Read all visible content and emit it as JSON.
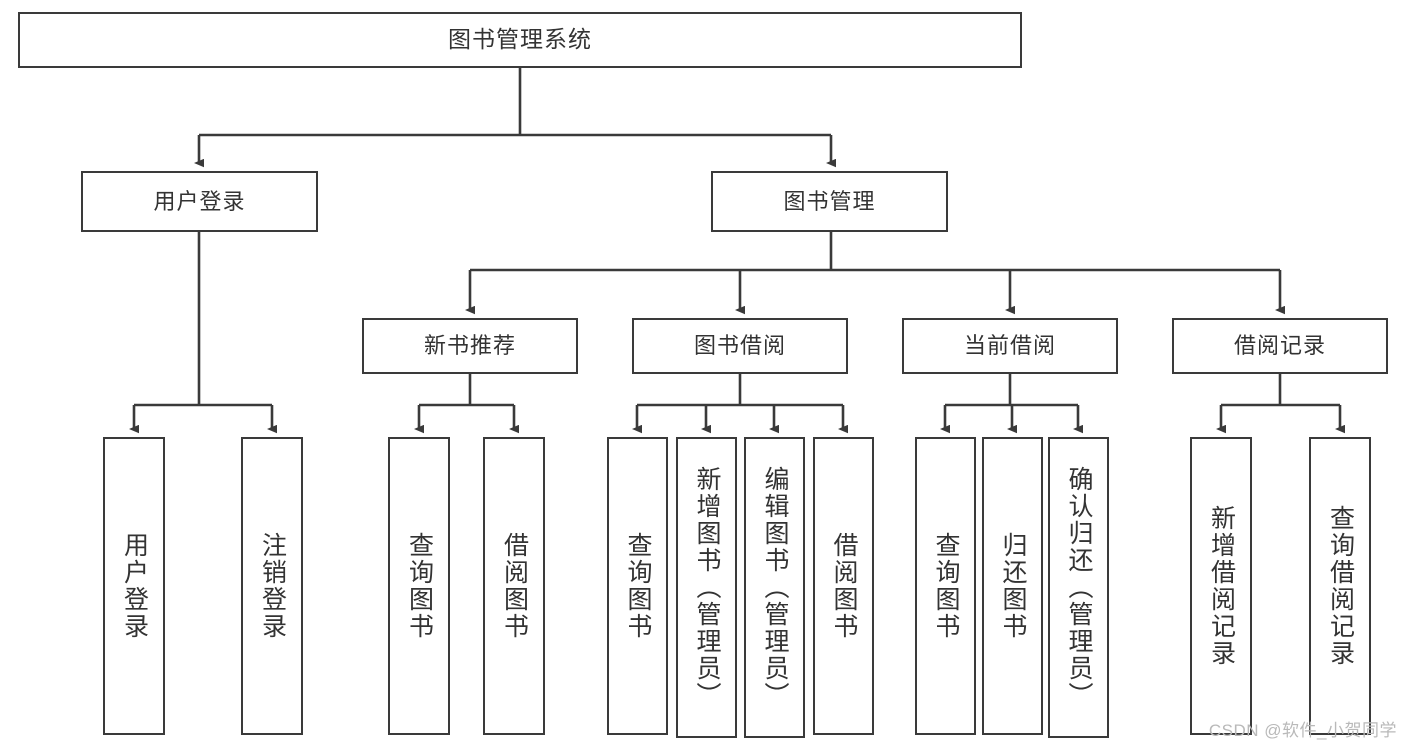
{
  "diagram": {
    "title": "图书管理系统",
    "type": "tree-hierarchy",
    "watermark": "CSDN @软件_小贺同学",
    "colors": {
      "stroke": "#3a3a3a",
      "text": "#333333",
      "background": "#ffffff",
      "watermark": "#b9b9b9"
    },
    "nodes": {
      "root": {
        "label": "图书管理系统"
      },
      "level2": [
        {
          "id": "user-login",
          "label": "用户登录"
        },
        {
          "id": "book-manage",
          "label": "图书管理"
        }
      ],
      "level3": [
        {
          "id": "new-book-recommend",
          "label": "新书推荐"
        },
        {
          "id": "book-borrow",
          "label": "图书借阅"
        },
        {
          "id": "current-borrow",
          "label": "当前借阅"
        },
        {
          "id": "borrow-record",
          "label": "借阅记录"
        }
      ],
      "leaves": {
        "user-login": [
          {
            "id": "leaf-user-login",
            "label": "用户登录"
          },
          {
            "id": "leaf-logout",
            "label": "注销登录"
          }
        ],
        "new-book-recommend": [
          {
            "id": "leaf-query-book-1",
            "label": "查询图书"
          },
          {
            "id": "leaf-borrow-book-1",
            "label": "借阅图书"
          }
        ],
        "book-borrow": [
          {
            "id": "leaf-query-book-2",
            "label": "查询图书"
          },
          {
            "id": "leaf-add-book",
            "label": "新增图书（管理员）"
          },
          {
            "id": "leaf-edit-book",
            "label": "编辑图书（管理员）"
          },
          {
            "id": "leaf-borrow-book-2",
            "label": "借阅图书"
          }
        ],
        "current-borrow": [
          {
            "id": "leaf-query-book-3",
            "label": "查询图书"
          },
          {
            "id": "leaf-return-book",
            "label": "归还图书"
          },
          {
            "id": "leaf-confirm-return",
            "label": "确认归还（管理员）"
          }
        ],
        "borrow-record": [
          {
            "id": "leaf-add-record",
            "label": "新增借阅记录"
          },
          {
            "id": "leaf-query-record",
            "label": "查询借阅记录"
          }
        ]
      }
    }
  }
}
